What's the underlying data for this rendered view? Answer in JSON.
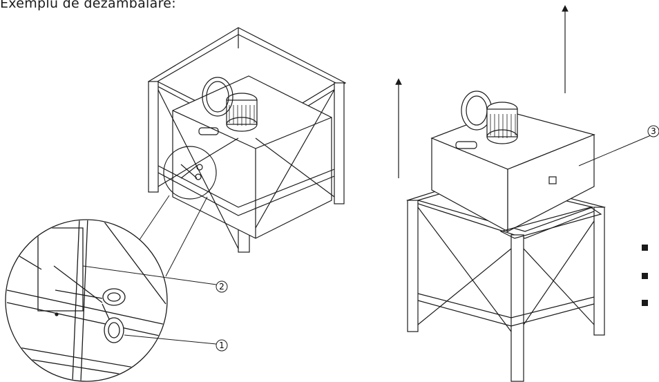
{
  "title": "Exemplu de dezambalare:",
  "callouts": {
    "one": "1",
    "two": "2",
    "three": "3"
  },
  "bullets_count_shown": 3
}
